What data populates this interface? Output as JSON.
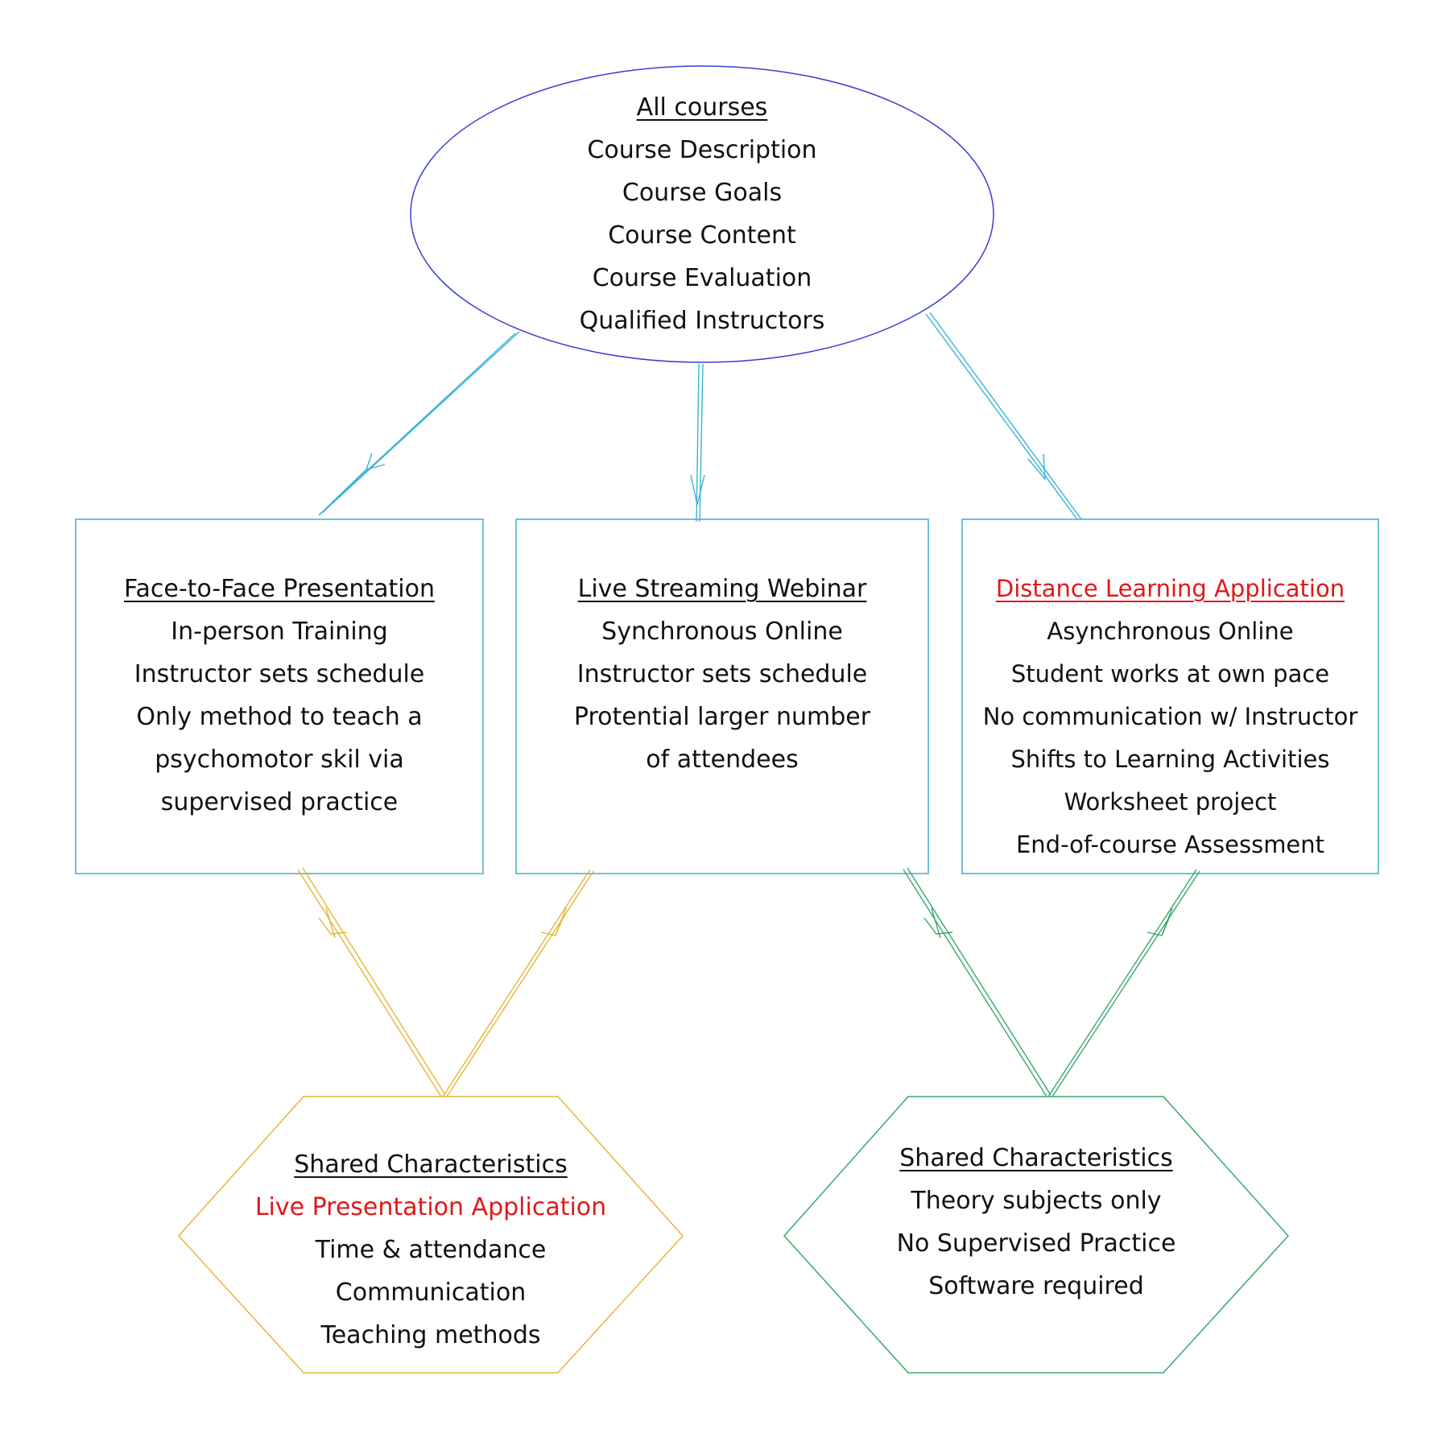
{
  "top_node": {
    "title": "All courses",
    "items": [
      "Course Description",
      "Course Goals",
      "Course Content",
      "Course Evaluation",
      "Qualified Instructors"
    ]
  },
  "boxes": [
    {
      "title": "Face-to-Face Presentation",
      "items": [
        "In-person Training",
        "Instructor sets schedule",
        "Only method to teach a",
        "psychomotor skil via",
        "supervised practice"
      ]
    },
    {
      "title": "Live Streaming Webinar",
      "items": [
        "Synchronous Online",
        "Instructor sets schedule",
        "Protential larger number",
        "of attendees"
      ]
    },
    {
      "title": "Distance Learning Application",
      "items": [
        "Asynchronous Online",
        "Student works at own pace",
        "No communication w/ Instructor",
        "Shifts to Learning Activities",
        "Worksheet project",
        "End-of-course Assessment"
      ]
    }
  ],
  "shared": [
    {
      "title": "Shared Characteristics",
      "subtitle": "Live Presentation Application",
      "items": [
        "Time & attendance",
        "Communication",
        "Teaching methods"
      ]
    },
    {
      "title": "Shared Characteristics",
      "items": [
        "Theory subjects only",
        "No Supervised Practice",
        "Software required"
      ]
    }
  ],
  "colors": {
    "ellipse_stroke": "#3a3fd0",
    "box_stroke": "#3aaed0",
    "arrow_top": "#3ab3d8",
    "left_hexagon": "#e8b43a",
    "right_hexagon": "#3aa86a",
    "accent_red": "#e01818"
  }
}
